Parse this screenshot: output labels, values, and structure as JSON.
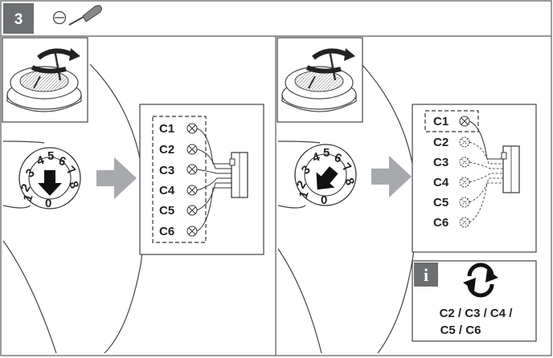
{
  "step": {
    "number": "3"
  },
  "left_panel": {
    "dial_digits": [
      "2",
      "3",
      "4",
      "5",
      "6",
      "7",
      "8",
      "0",
      "1"
    ],
    "channels": [
      "C1",
      "C2",
      "C3",
      "C4",
      "C5",
      "C6"
    ]
  },
  "right_panel": {
    "dial_digits": [
      "2",
      "3",
      "4",
      "5",
      "6",
      "7",
      "8",
      "0",
      "1"
    ],
    "channels": [
      "C1",
      "C2",
      "C3",
      "C4",
      "C5",
      "C6"
    ],
    "info": {
      "icon_letter": "i",
      "line1": "C2 / C3 / C4 /",
      "line2": "C5 / C6"
    }
  },
  "colors": {
    "step_badge": "#6d6e70",
    "arrow": "#a7a9ac",
    "frame": "#58595b"
  }
}
